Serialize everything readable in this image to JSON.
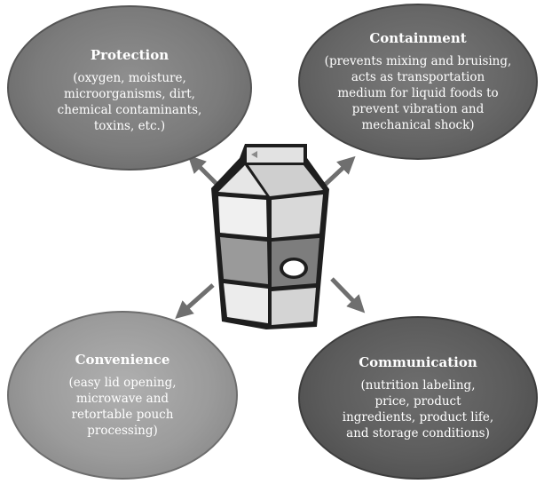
{
  "protection": {
    "title": "Protection",
    "lines": [
      "(oxygen, moisture,",
      "microorganisms, dirt,",
      "chemical contaminants,",
      "toxins, etc.)"
    ]
  },
  "containment": {
    "title": "Containment",
    "lines": [
      "(prevents mixing and bruising,",
      "acts as transportation",
      "medium for liquid foods to",
      "prevent vibration and",
      "mechanical shock)"
    ]
  },
  "convenience": {
    "title": "Convenience",
    "lines": [
      "(easy lid opening,",
      "microwave and",
      "retortable pouch",
      "processing)"
    ]
  },
  "communication": {
    "title": "Communication",
    "lines": [
      "(nutrition labeling,",
      "price, product",
      "ingredients, product life,",
      "and storage conditions)"
    ]
  },
  "center_icon": "milk-carton-icon",
  "colors": {
    "bubble_protection": "#7b7b7b",
    "bubble_containment": "#666666",
    "bubble_convenience": "#9b9b9b",
    "bubble_communication": "#5c5c5c",
    "arrow": "#6f6f6f",
    "text": "#ffffff"
  }
}
